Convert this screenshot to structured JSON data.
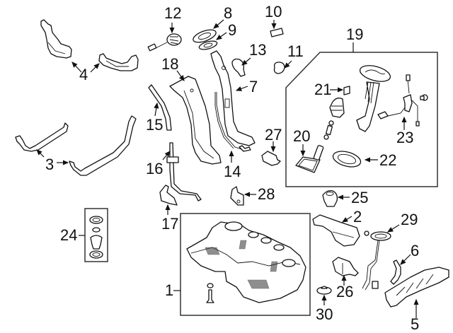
{
  "diagram": {
    "type": "exploded parts diagram",
    "subject": "fuel tank assembly",
    "colors": {
      "line": "#111111",
      "background": "#ffffff",
      "box": "#333333"
    },
    "callouts": [
      {
        "id": "1",
        "label": "1",
        "part": "fuel-tank"
      },
      {
        "id": "2",
        "label": "2",
        "part": "heat-shield-upper"
      },
      {
        "id": "3",
        "label": "3",
        "part": "tank-straps"
      },
      {
        "id": "4",
        "label": "4",
        "part": "tank-brackets"
      },
      {
        "id": "5",
        "label": "5",
        "part": "heat-shield-lower"
      },
      {
        "id": "6",
        "label": "6",
        "part": "bracket"
      },
      {
        "id": "7",
        "label": "7",
        "part": "filler-pipe"
      },
      {
        "id": "8",
        "label": "8",
        "part": "filler-gasket"
      },
      {
        "id": "9",
        "label": "9",
        "part": "filler-seal"
      },
      {
        "id": "10",
        "label": "10",
        "part": "clip"
      },
      {
        "id": "11",
        "label": "11",
        "part": "cap"
      },
      {
        "id": "12",
        "label": "12",
        "part": "fuel-door-release"
      },
      {
        "id": "13",
        "label": "13",
        "part": "filler-cap"
      },
      {
        "id": "14",
        "label": "14",
        "part": "vent-tube"
      },
      {
        "id": "15",
        "label": "15",
        "part": "hose"
      },
      {
        "id": "16",
        "label": "16",
        "part": "bracket-tube"
      },
      {
        "id": "17",
        "label": "17",
        "part": "bracket"
      },
      {
        "id": "18",
        "label": "18",
        "part": "filler-neck-shield"
      },
      {
        "id": "19",
        "label": "19",
        "part": "fuel-pump-module"
      },
      {
        "id": "20",
        "label": "20",
        "part": "strainer"
      },
      {
        "id": "21",
        "label": "21",
        "part": "filter"
      },
      {
        "id": "22",
        "label": "22",
        "part": "gasket"
      },
      {
        "id": "23",
        "label": "23",
        "part": "fuel-level-sender"
      },
      {
        "id": "24",
        "label": "24",
        "part": "seal-kit"
      },
      {
        "id": "25",
        "label": "25",
        "part": "valve"
      },
      {
        "id": "26",
        "label": "26",
        "part": "valve-solenoid"
      },
      {
        "id": "27",
        "label": "27",
        "part": "connector"
      },
      {
        "id": "28",
        "label": "28",
        "part": "bracket-stud"
      },
      {
        "id": "29",
        "label": "29",
        "part": "fuel-sender-unit"
      },
      {
        "id": "30",
        "label": "30",
        "part": "grommet"
      }
    ]
  }
}
